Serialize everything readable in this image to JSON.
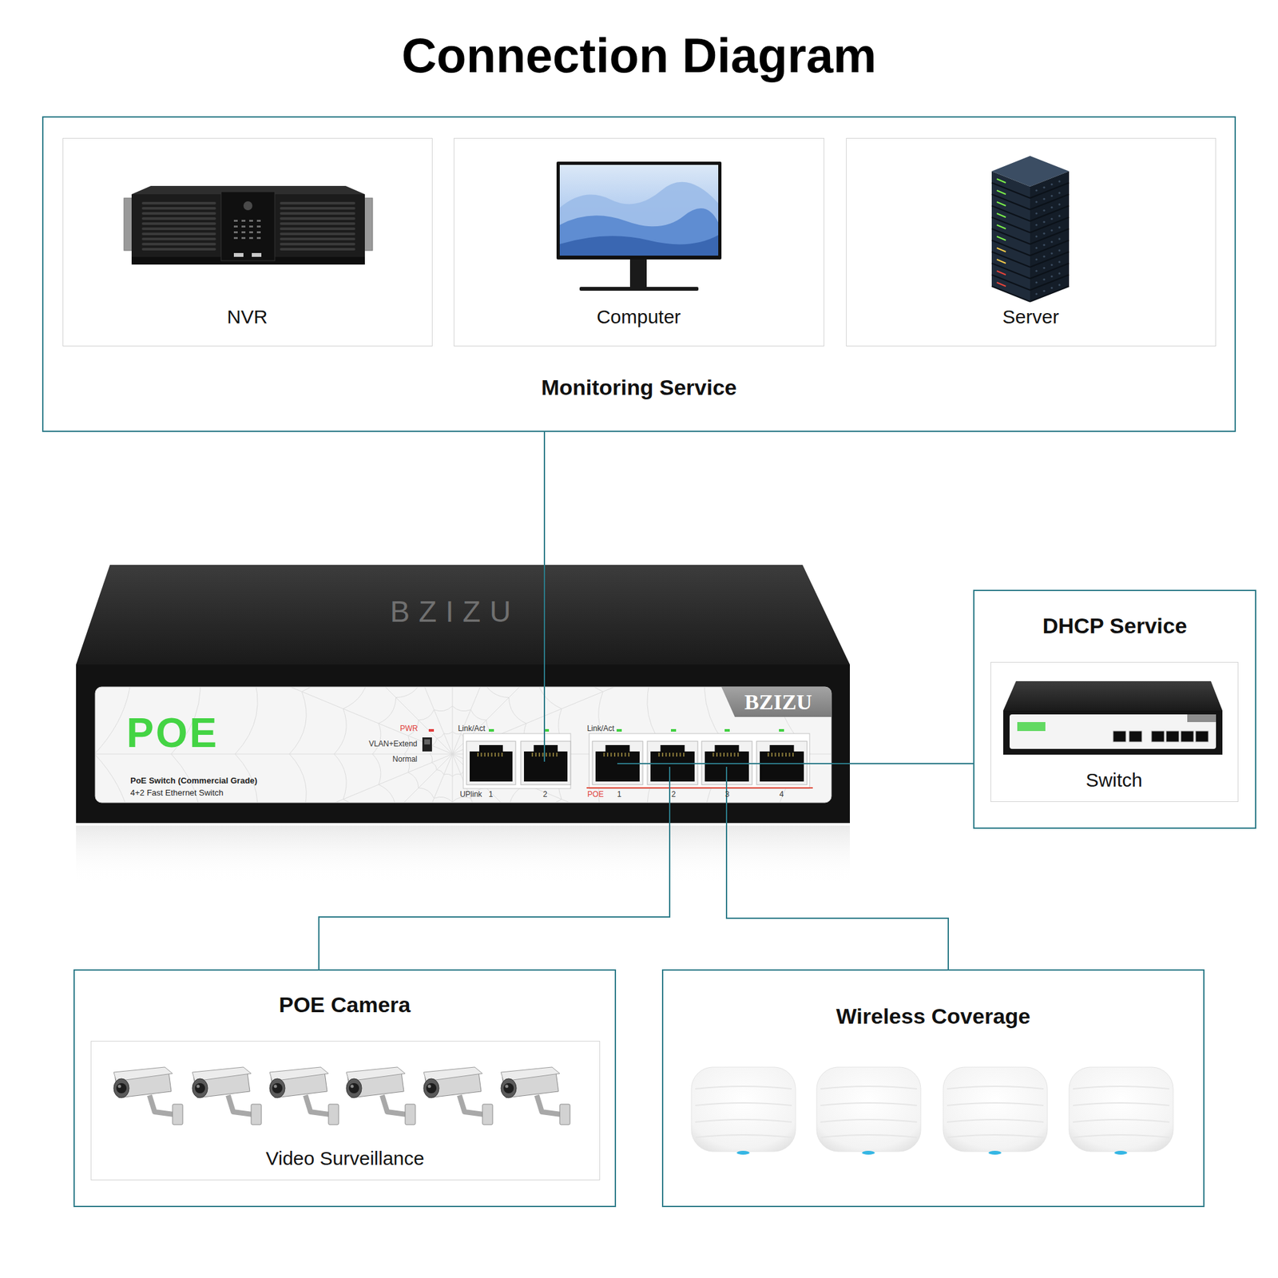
{
  "diagram": {
    "title": "Connection Diagram",
    "nodes": [
      {
        "text": [
          "Monitoring Service"
        ]
      },
      {
        "text": [
          "NVR"
        ],
        "in": 0
      },
      {
        "text": [
          "Computer"
        ],
        "in": 0
      },
      {
        "text": [
          "Server"
        ],
        "in": 0
      },
      {
        "text": [
          "BZIZU",
          "BZIZU",
          "POE",
          "PoE Switch (Commercial Grade)",
          "4+2 Fast Ethernet Switch"
        ]
      },
      {
        "text": [
          "DHCP Service"
        ]
      },
      {
        "text": [
          "Switch"
        ],
        "in": 5
      },
      {
        "text": [
          "POE Camera"
        ]
      },
      {
        "text": [
          "Video Surveillance"
        ],
        "in": 7
      },
      {
        "text": [
          "Wireless Coverage"
        ]
      }
    ],
    "edges": [
      {
        "from": 0,
        "to": 4,
        "arrow": "none"
      },
      {
        "from": 4,
        "to": 5,
        "arrow": "none"
      },
      {
        "from": 4,
        "to": 7,
        "arrow": "none"
      },
      {
        "from": 4,
        "to": 9,
        "arrow": "none"
      }
    ],
    "labels": [
      "PWR",
      "VLAN+Extend",
      "Normal",
      "Link/Act",
      "Link/Act",
      "UPlink",
      "1",
      "2",
      "POE",
      "1",
      "2",
      "3",
      "4"
    ]
  }
}
